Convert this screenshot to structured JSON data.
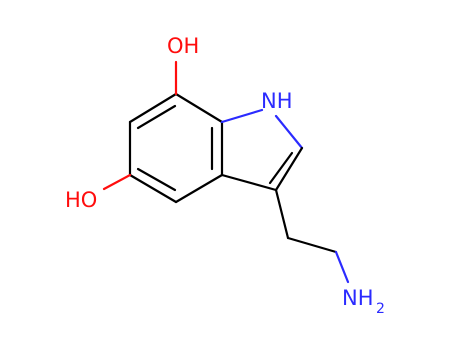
{
  "colors": {
    "oxygen": "#ff0d0d",
    "nitrogen": "#2b2bff",
    "bond": "#000000",
    "background": "#ffffff"
  },
  "atoms": {
    "hydroxyl_top": "OH",
    "hydroxyl_left": "HO",
    "ring_nh": "NH",
    "amine_main": "NH",
    "amine_sub": "2"
  }
}
